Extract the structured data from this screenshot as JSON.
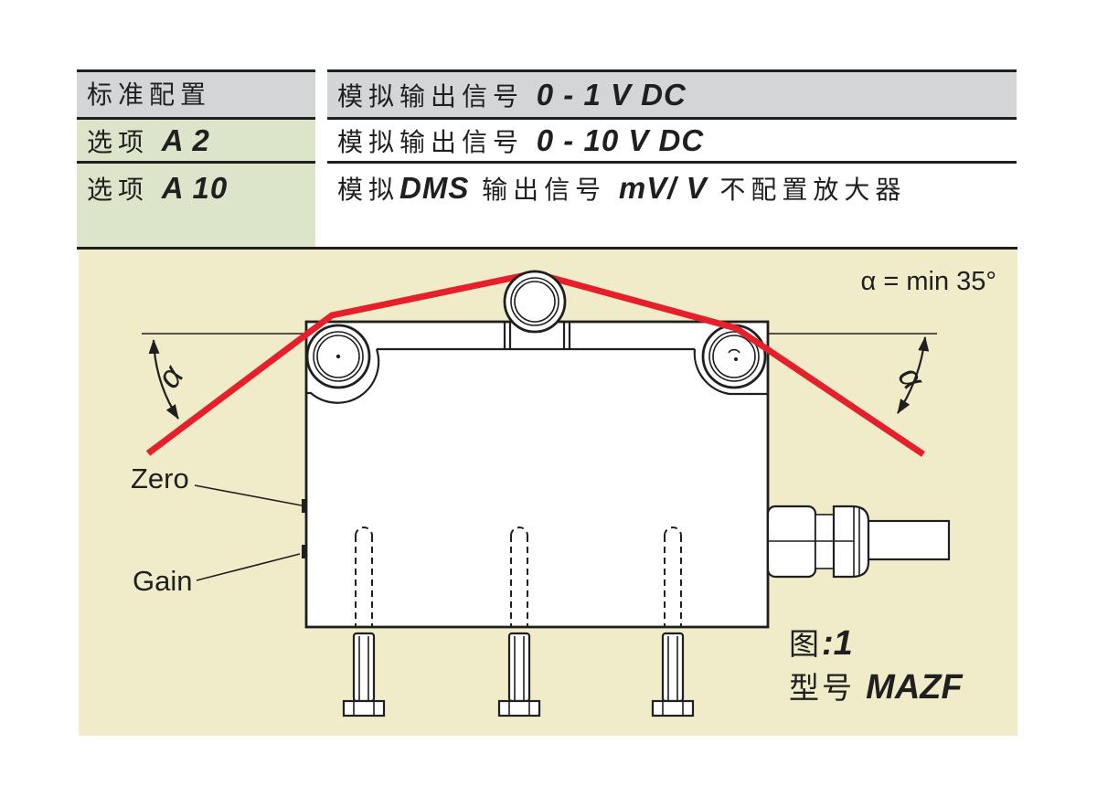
{
  "colors": {
    "header_gray": "#d3d5d6",
    "option_green": "#dce5c9",
    "diagram_cream": "#f0ebc8",
    "rope_red": "#e5202a",
    "line_dark": "#1f1f1f"
  },
  "spec_table": {
    "rows": [
      {
        "name": "standard",
        "label_parts": [
          {
            "t": "标准配置",
            "emph": false
          }
        ],
        "desc_parts": [
          {
            "t": "模拟输出信号 ",
            "emph": false
          },
          {
            "t": "0 - 1 V DC",
            "emph": true
          }
        ]
      },
      {
        "name": "option-a2",
        "label_parts": [
          {
            "t": "选项 ",
            "emph": false
          },
          {
            "t": "A 2",
            "emph": true
          }
        ],
        "desc_parts": [
          {
            "t": "模拟输出信号 ",
            "emph": false
          },
          {
            "t": "0 - 10 V DC",
            "emph": true
          }
        ]
      },
      {
        "name": "option-a10",
        "label_parts": [
          {
            "t": "选项 ",
            "emph": false
          },
          {
            "t": "A 10",
            "emph": true
          }
        ],
        "desc_parts": [
          {
            "t": "模拟",
            "emph": false
          },
          {
            "t": "DMS",
            "emph": true
          },
          {
            "t": " 输出信号 ",
            "emph": false
          },
          {
            "t": "mV/ V",
            "emph": true
          },
          {
            "t": " 不配置放大器",
            "emph": false
          }
        ]
      }
    ]
  },
  "figure": {
    "alpha_note": "α = min 35°",
    "alpha_symbol": "α",
    "zero_label": "Zero",
    "gain_label": "Gain",
    "caption_fig": [
      {
        "t": "图",
        "emph": false
      },
      {
        "t": ":1",
        "emph": true
      }
    ],
    "caption_model": [
      {
        "t": "型号 ",
        "emph": false
      },
      {
        "t": "MAZF",
        "emph": true
      }
    ]
  }
}
